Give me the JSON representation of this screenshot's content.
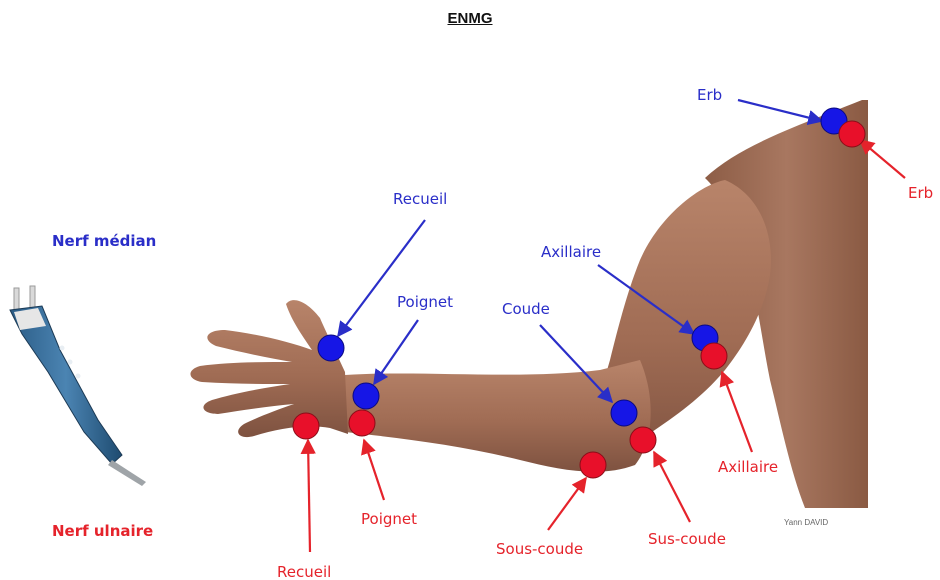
{
  "title": "ENMG",
  "legend": {
    "median": {
      "label": "Nerf médian",
      "color": "#2a2ec8"
    },
    "ulnar": {
      "label": "Nerf ulnaire",
      "color": "#e5232b"
    }
  },
  "labels": {
    "median": {
      "erb": "Erb",
      "recueil": "Recueil",
      "poignet": "Poignet",
      "axillaire": "Axillaire",
      "coude": "Coude"
    },
    "ulnar": {
      "erb": "Erb",
      "recueil": "Recueil",
      "poignet": "Poignet",
      "axillaire": "Axillaire",
      "sous_coude": "Sous-coude",
      "sus_coude": "Sus-coude"
    }
  },
  "credit": "Yann DAVID"
}
